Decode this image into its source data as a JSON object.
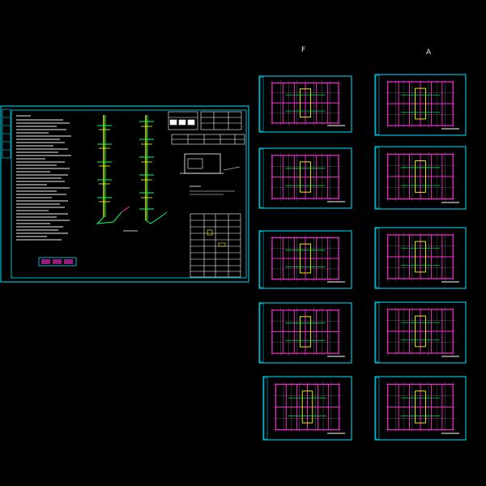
{
  "column_labels": {
    "left": "F",
    "right": "A"
  },
  "colors": {
    "background": "#000000",
    "frame": "#00e5ff",
    "wall": "#ff2bd6",
    "grid": "#ffffff",
    "riser": "#ffff00",
    "pipe": "#00ff66",
    "accent": "#ff3b30"
  },
  "sheets": {
    "main_sheet": {
      "title": ""
    },
    "floor_plans_left_count": 5,
    "floor_plans_right_count": 5
  }
}
